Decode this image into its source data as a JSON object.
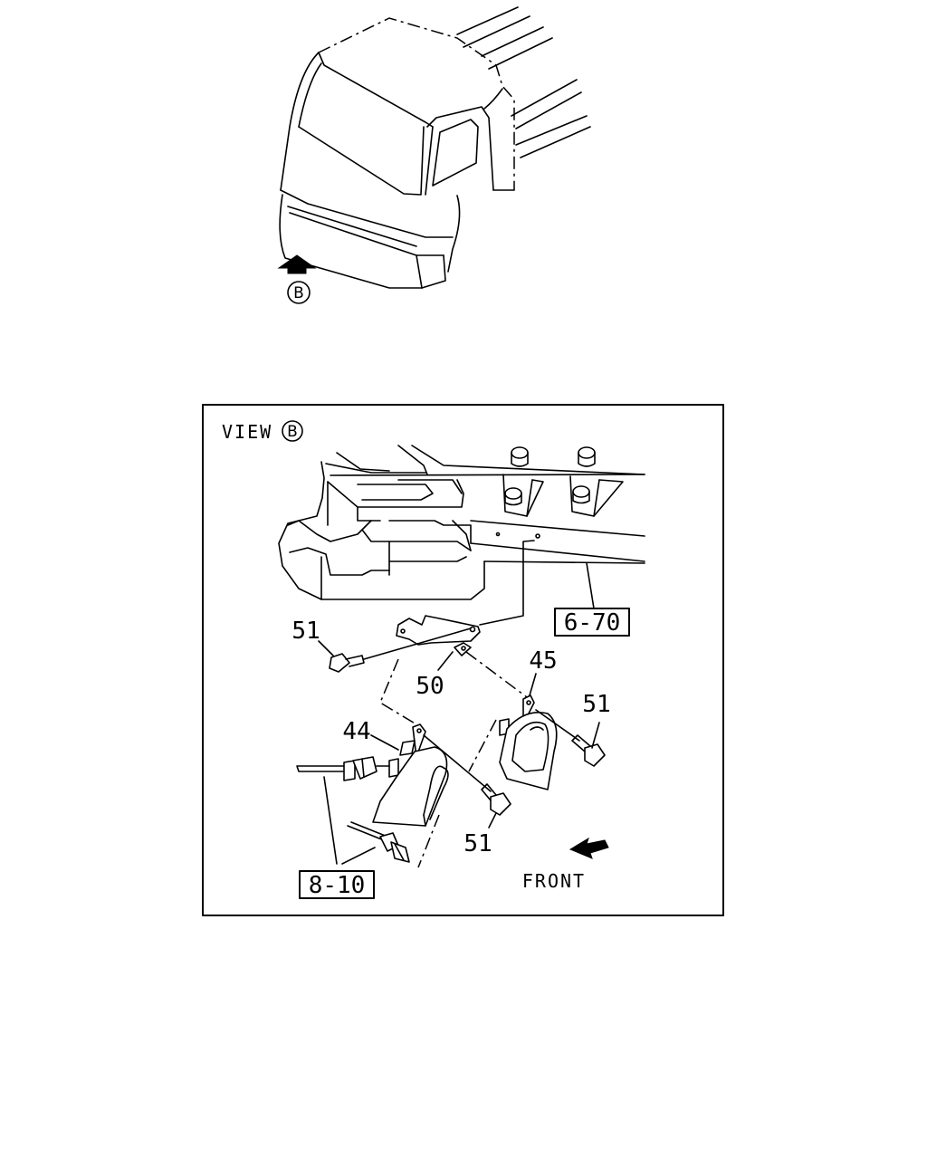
{
  "top_view": {
    "view_marker": "B"
  },
  "detail_view": {
    "title_prefix": "VIEW",
    "view_marker": "B",
    "direction_label": "FRONT",
    "ref_boxes": {
      "frame_ref": "6-70",
      "harness_ref": "8-10"
    },
    "callouts": {
      "bolt_upper_left": "51",
      "bracket": "50",
      "horn_low": "44",
      "horn_high": "45",
      "bolt_right": "51",
      "bolt_lower": "51"
    }
  }
}
